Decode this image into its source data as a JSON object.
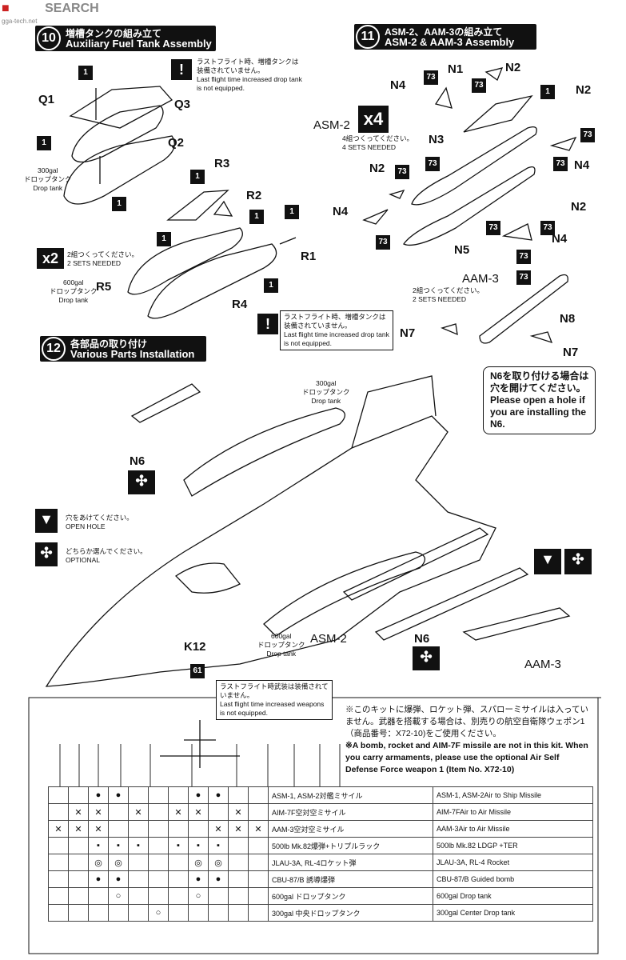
{
  "site_logo": "SEARCH",
  "site_url": "gga-tech.net",
  "step10": {
    "number": "10",
    "title_jp": "増槽タンクの組み立て",
    "title_en": "Auxiliary Fuel Tank Assembly"
  },
  "step11": {
    "number": "11",
    "title_jp": "ASM-2、AAM-3の組み立て",
    "title_en": "ASM-2 & AAM-3 Assembly"
  },
  "step12": {
    "number": "12",
    "title_jp": "各部品の取り付け",
    "title_en": "Various Parts Installation"
  },
  "part_labels": {
    "q1": "Q1",
    "q2": "Q2",
    "q3": "Q3",
    "r1": "R1",
    "r2": "R2",
    "r3": "R3",
    "r4": "R4",
    "r5": "R5",
    "n1": "N1",
    "n2": "N2",
    "n3": "N3",
    "n4": "N4",
    "n5": "N5",
    "n6": "N6",
    "n7": "N7",
    "n8": "N8",
    "k12": "K12"
  },
  "color_tags": {
    "one": "1",
    "seventy_three": "73",
    "sixty_one": "61"
  },
  "drop_tank_300": {
    "size": "300gal",
    "jp": "ドロップタンク",
    "en": "Drop tank"
  },
  "drop_tank_600": {
    "size": "600gal",
    "jp": "ドロップタンク",
    "en": "Drop tank"
  },
  "asm2_label": "ASM-2",
  "aam3_label": "AAM-3",
  "times4": {
    "multiplier": "x4",
    "jp": "4組つくってください。",
    "en": "4 SETS NEEDED"
  },
  "times2": {
    "multiplier": "x2",
    "jp": "2組つくってください。",
    "en": "2 SETS NEEDED"
  },
  "aam3_sets": {
    "jp": "2組つくってください。",
    "en": "2 SETS NEEDED"
  },
  "last_flight_tank_note": {
    "jp1": "ラストフライト時、増槽タンクは",
    "jp2": "装備されていません。",
    "en1": "Last flight time increased drop tank",
    "en2": "is not equipped."
  },
  "last_flight_tank_note2": {
    "jp1": "ラストフライト時、増槽タンクは",
    "jp2": "装備されていません。",
    "en1": "Last flight time increased drop tank",
    "en2": "is not equipped."
  },
  "n6_hole_note": {
    "jp1": "N6を取り付ける場合は",
    "jp2": "穴を開けてください。",
    "en1": "Please open a hole if",
    "en2": "you are installing the",
    "en3": "N6."
  },
  "legend_open_hole": {
    "jp": "穴をあけてください。",
    "en": "OPEN HOLE"
  },
  "legend_optional": {
    "jp": "どちらか選んでください。",
    "en": "OPTIONAL"
  },
  "weapons_note": {
    "jp1": "ラストフライト時武装は装備されて",
    "jp2": "いません。",
    "en1": "Last flight time increased weapons",
    "en2": "is not equipped."
  },
  "footnote": {
    "jp": "※このキットに爆弾、ロケット弾、スパローミサイルは入っていません。武器を搭載する場合は、別売りの航空自衛隊ウェポン1（商品番号：X72-10)をご使用ください。",
    "en": "※A bomb, rocket and AIM-7F missile are not in this kit. When you carry armaments, please use the optional Air Self Defense Force weapon 1 (Item No. X72-10)"
  },
  "loadout_rows": [
    {
      "jp": "ASM-1, ASM-2対艦ミサイル",
      "en": "ASM-1, ASM-2Air to Ship Missile"
    },
    {
      "jp": "AIM-7F空対空ミサイル",
      "en": "AIM-7FAir to Air Missile"
    },
    {
      "jp": "AAM-3空対空ミサイル",
      "en": "AAM-3Air to Air Missile"
    },
    {
      "jp": "500lb Mk.82爆弾+トリプルラック",
      "en": "500lb Mk.82 LDGP +TER"
    },
    {
      "jp": "JLAU-3A, RL-4ロケット弾",
      "en": "JLAU-3A, RL-4 Rocket"
    },
    {
      "jp": "CBU-87/B 誘導爆弾",
      "en": "CBU-87/B Guided bomb"
    },
    {
      "jp": "600gal ドロップタンク",
      "en": "600gal Drop tank"
    },
    {
      "jp": "300gal 中央ドロップタンク",
      "en": "300gal Center Drop tank"
    }
  ],
  "loadout_marks": [
    [
      "",
      "",
      "●",
      "●",
      "",
      "",
      "",
      "●",
      "●",
      "",
      ""
    ],
    [
      "",
      "✕",
      "✕",
      "",
      "✕",
      "",
      "✕",
      "✕",
      "",
      "✕",
      ""
    ],
    [
      "✕",
      "✕",
      "✕",
      "",
      "",
      "",
      "",
      "",
      "✕",
      "✕",
      "✕"
    ],
    [
      "",
      "",
      "▪",
      "▪",
      "▪",
      "",
      "▪",
      "▪",
      "▪",
      "",
      ""
    ],
    [
      "",
      "",
      "◎",
      "◎",
      "",
      "",
      "",
      "◎",
      "◎",
      "",
      ""
    ],
    [
      "",
      "",
      "●",
      "●",
      "",
      "",
      "",
      "●",
      "●",
      "",
      ""
    ],
    [
      "",
      "",
      "",
      "○",
      "",
      "",
      "",
      "○",
      "",
      "",
      ""
    ],
    [
      "",
      "",
      "",
      "",
      "",
      "○",
      "",
      "",
      "",
      "",
      ""
    ]
  ],
  "colors": {
    "ink": "#111111",
    "paper": "#ffffff",
    "logo_red": "#cc2222"
  }
}
